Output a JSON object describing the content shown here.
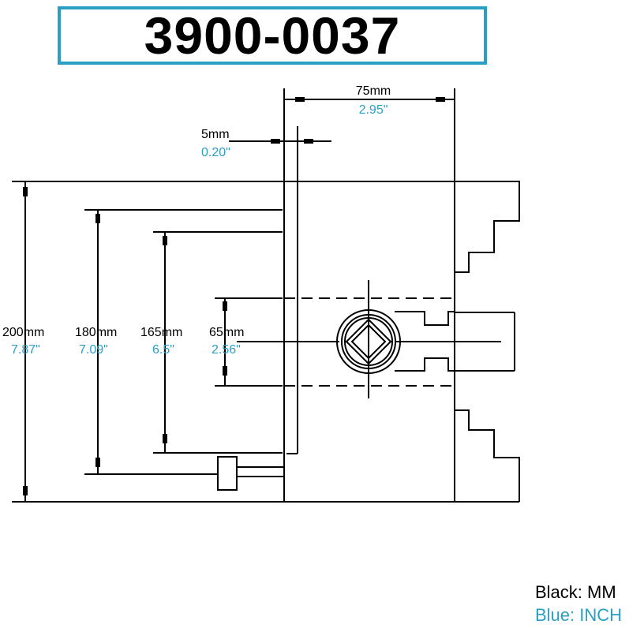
{
  "title": "3900-0037",
  "colors": {
    "accent": "#2a9fc4",
    "line": "#000000"
  },
  "dimensions": {
    "width_75": {
      "mm": "75mm",
      "inch": "2.95\""
    },
    "gap_5": {
      "mm": "5mm",
      "inch": "0.20\""
    },
    "h_200": {
      "mm": "200mm",
      "inch": "7.87\""
    },
    "h_180": {
      "mm": "180mm",
      "inch": "7.09\""
    },
    "h_165": {
      "mm": "165mm",
      "inch": "6.5\""
    },
    "h_65": {
      "mm": "65mm",
      "inch": "2.56\""
    }
  },
  "legend": {
    "black": "Black: MM",
    "blue": "Blue: INCH"
  }
}
